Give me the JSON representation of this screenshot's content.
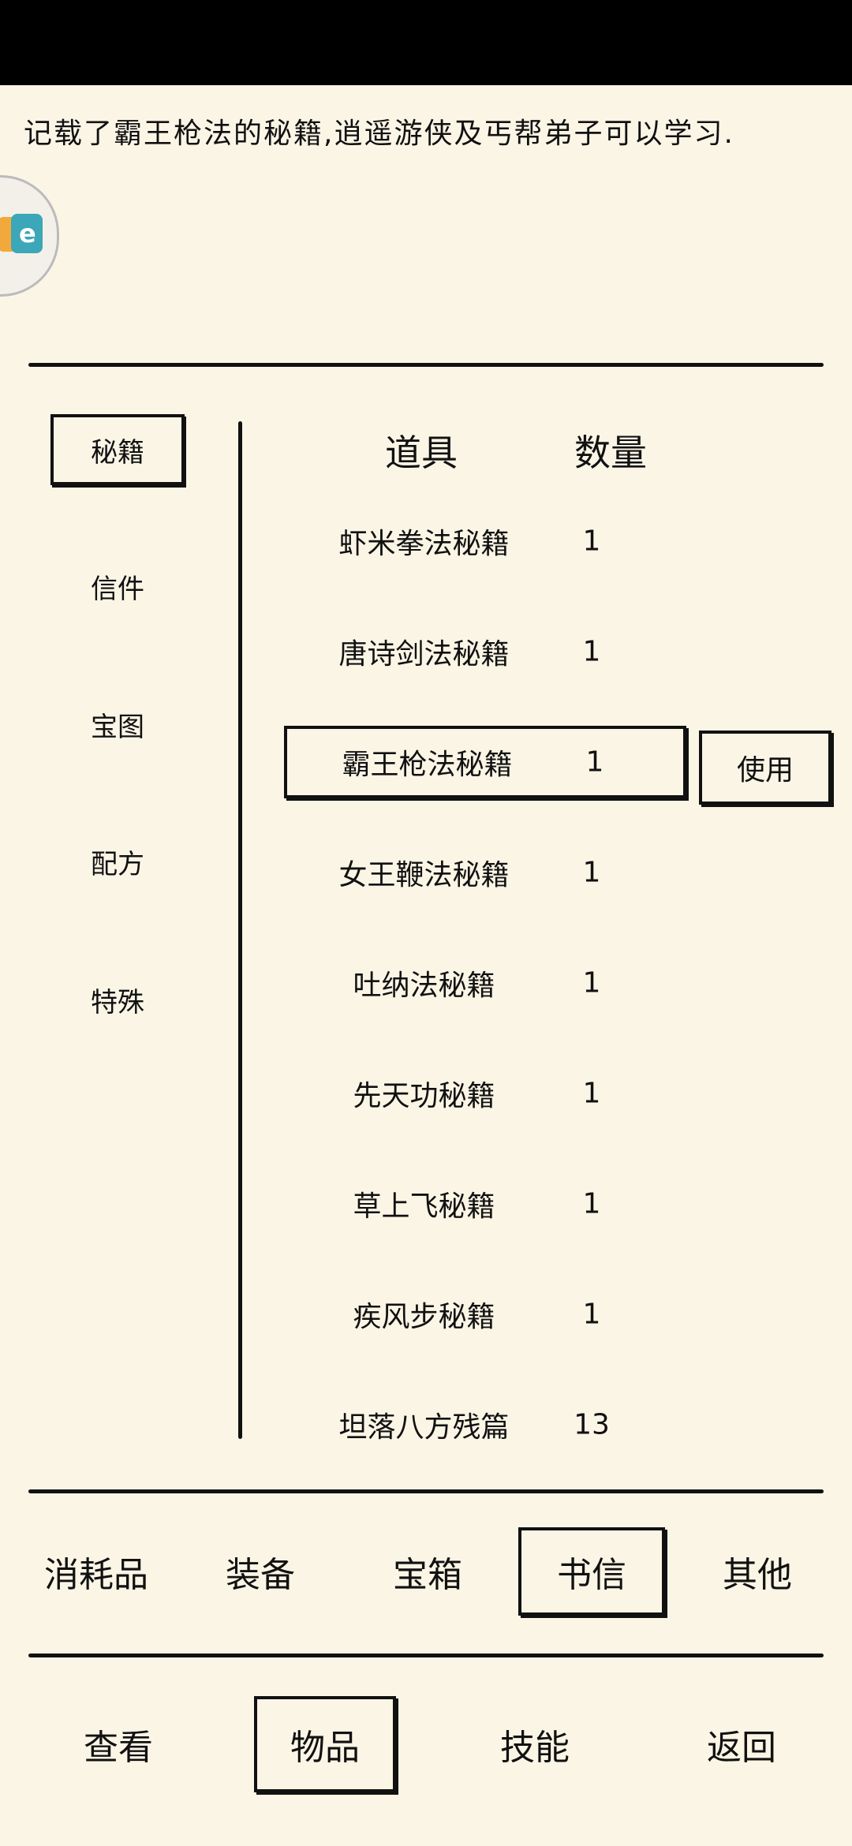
{
  "description": "记载了霸王枪法的秘籍,逍遥游侠及丐帮弟子可以学习.",
  "categories": [
    {
      "label": "秘籍",
      "selected": true
    },
    {
      "label": "信件",
      "selected": false
    },
    {
      "label": "宝图",
      "selected": false
    },
    {
      "label": "配方",
      "selected": false
    },
    {
      "label": "特殊",
      "selected": false
    }
  ],
  "table": {
    "header_item": "道具",
    "header_count": "数量",
    "rows": [
      {
        "name": "虾米拳法秘籍",
        "count": "1"
      },
      {
        "name": "唐诗剑法秘籍",
        "count": "1"
      },
      {
        "name": "霸王枪法秘籍",
        "count": "1",
        "selected": true
      },
      {
        "name": "女王鞭法秘籍",
        "count": "1"
      },
      {
        "name": "吐纳法秘籍",
        "count": "1"
      },
      {
        "name": "先天功秘籍",
        "count": "1"
      },
      {
        "name": "草上飞秘籍",
        "count": "1"
      },
      {
        "name": "疾风步秘籍",
        "count": "1"
      },
      {
        "name": "坦落八方残篇",
        "count": "13"
      }
    ]
  },
  "use_button": "使用",
  "item_tabs": [
    "消耗品",
    "装备",
    "宝箱",
    "书信",
    "其他"
  ],
  "item_tab_selected": 3,
  "main_tabs": [
    "查看",
    "物品",
    "技能",
    "返回"
  ],
  "main_tab_selected": 1
}
